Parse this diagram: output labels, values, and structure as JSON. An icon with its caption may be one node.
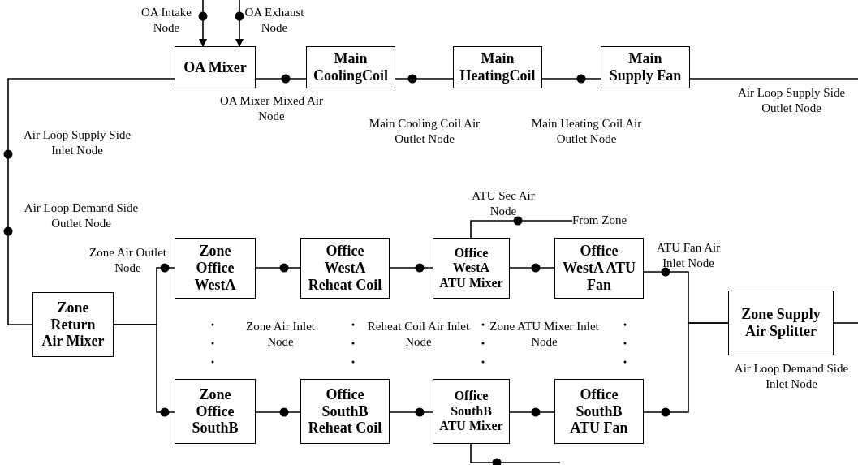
{
  "diagram": {
    "nodes": [
      {
        "text": [
          "OA Mixer"
        ]
      },
      {
        "text": [
          "Main CoolingCoil"
        ]
      },
      {
        "text": [
          "Main HeatingCoil"
        ]
      },
      {
        "text": [
          "Main Supply Fan"
        ]
      },
      {
        "text": [
          "Zone Return Air Mixer"
        ]
      },
      {
        "text": [
          "Zone Office WestA"
        ]
      },
      {
        "text": [
          "Office WestA Reheat Coil"
        ]
      },
      {
        "text": [
          "Office WestA ATU Mixer"
        ]
      },
      {
        "text": [
          "Office WestA ATU Fan"
        ]
      },
      {
        "text": [
          "Zone Supply Air Splitter"
        ]
      },
      {
        "text": [
          "Zone Office SouthB"
        ]
      },
      {
        "text": [
          "Office SouthB Reheat Coil"
        ]
      },
      {
        "text": [
          "Office SouthB ATU Mixer"
        ]
      },
      {
        "text": [
          "Office SouthB ATU Fan"
        ]
      },
      {
        "text": [
          "From Zone"
        ]
      }
    ],
    "edges": [
      {
        "from": null,
        "to": 0,
        "arrow": "to",
        "label": "OA Intake Node"
      },
      {
        "from": null,
        "to": 0,
        "arrow": "to",
        "label": "OA Exhaust Node"
      },
      {
        "from": 4,
        "to": 0,
        "arrow": "none",
        "label": "Air Loop Supply Side Inlet Node"
      },
      {
        "from": 0,
        "to": 1,
        "arrow": "none",
        "label": "OA Mixer Mixed Air Node"
      },
      {
        "from": 1,
        "to": 2,
        "arrow": "none",
        "label": "Main Cooling Coil Air Outlet Node"
      },
      {
        "from": 2,
        "to": 3,
        "arrow": "none",
        "label": "Main Heating Coil Air Outlet Node"
      },
      {
        "from": 3,
        "to": null,
        "arrow": "none",
        "label": "Air Loop Supply Side Outlet Node"
      },
      {
        "from": null,
        "to": 9,
        "arrow": "none",
        "label": "Air Loop Demand Side Inlet Node"
      },
      {
        "from": 9,
        "to": 8,
        "arrow": "none",
        "label": "ATU Fan Air Inlet Node"
      },
      {
        "from": 8,
        "to": 7,
        "arrow": "none",
        "label": "Zone ATU Mixer Inlet Node"
      },
      {
        "from": 14,
        "to": 7,
        "arrow": "none",
        "label": "ATU Sec Air Node"
      },
      {
        "from": 7,
        "to": 6,
        "arrow": "none",
        "label": "Reheat Coil Air Inlet Node"
      },
      {
        "from": 6,
        "to": 5,
        "arrow": "none",
        "label": "Zone Air Inlet Node"
      },
      {
        "from": 5,
        "to": 4,
        "arrow": "none",
        "label": "Zone Air Outlet Node"
      },
      {
        "from": 9,
        "to": 13,
        "arrow": "none"
      },
      {
        "from": 13,
        "to": 12,
        "arrow": "none"
      },
      {
        "from": null,
        "to": 12,
        "arrow": "none"
      },
      {
        "from": 12,
        "to": 11,
        "arrow": "none"
      },
      {
        "from": 11,
        "to": 10,
        "arrow": "none"
      },
      {
        "from": 10,
        "to": 4,
        "arrow": "none"
      }
    ],
    "labels": [
      "Air Loop Demand Side Outlet Node"
    ]
  }
}
